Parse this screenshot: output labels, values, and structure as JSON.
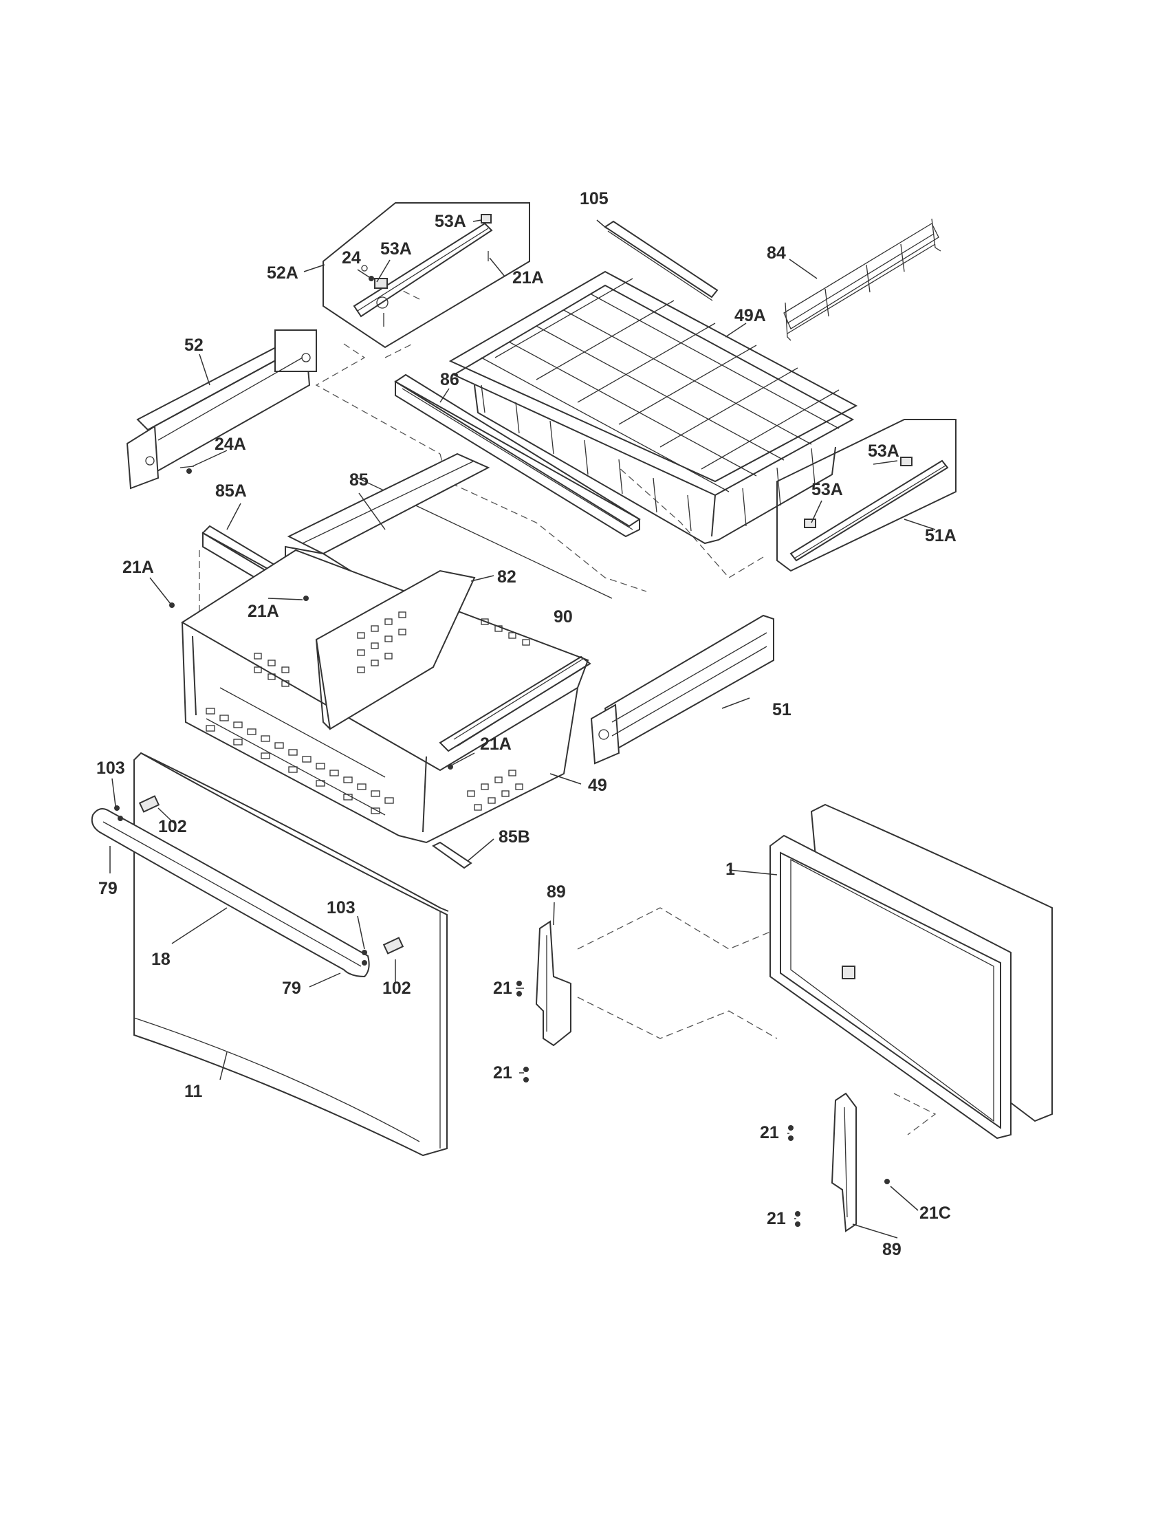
{
  "callouts": {
    "c105": "105",
    "c53a_1": "53A",
    "c53a_2": "53A",
    "c24": "24",
    "c52a": "52A",
    "c21a_1": "21A",
    "c84": "84",
    "c49a": "49A",
    "c52": "52",
    "c86": "86",
    "c24a": "24A",
    "c53a_3": "53A",
    "c53a_4": "53A",
    "c85a": "85A",
    "c85": "85",
    "c51a": "51A",
    "c21a_2": "21A",
    "c82": "82",
    "c21a_3": "21A",
    "c90": "90",
    "c51": "51",
    "c21a_4": "21A",
    "c103_1": "103",
    "c49": "49",
    "c102_1": "102",
    "c85b": "85B",
    "c79_1": "79",
    "c1": "1",
    "c89_1": "89",
    "c103_2": "103",
    "c18": "18",
    "c21_1": "21",
    "c79_2": "79",
    "c102_2": "102",
    "c21_2": "21",
    "c11": "11",
    "c21_3": "21",
    "c21c": "21C",
    "c21_4": "21",
    "c89_2": "89"
  }
}
